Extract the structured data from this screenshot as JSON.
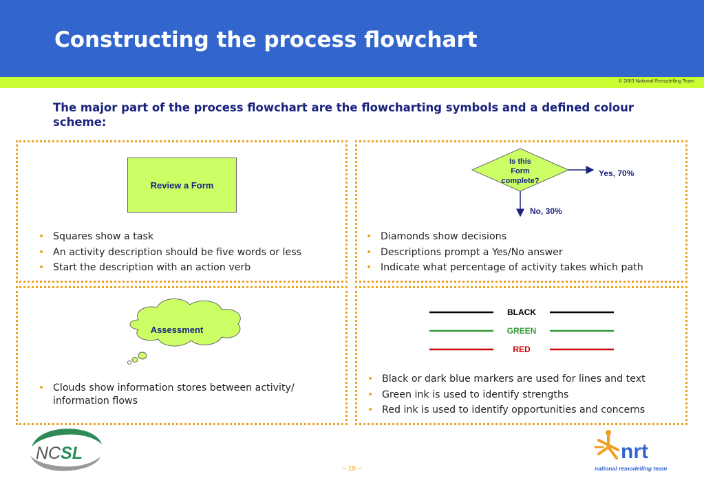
{
  "header": {
    "title": "Constructing the process flowchart",
    "copyright": "© 2003  National Remodelling Team"
  },
  "subtitle": "The major part of the process flowchart are the flowcharting symbols and a defined colour scheme:",
  "panels": {
    "task": {
      "shape_label": "Review a Form",
      "bullets": [
        "Squares show a task",
        "An activity description should be five words or less",
        "Start the description with an action verb"
      ]
    },
    "decision": {
      "diamond_lines": [
        "Is this",
        "Form",
        "complete?"
      ],
      "yes_label": "Yes, 70%",
      "no_label": "No, 30%",
      "bullets": [
        "Diamonds show decisions",
        "Descriptions prompt a Yes/No answer",
        "Indicate what percentage of activity takes which path"
      ]
    },
    "cloud": {
      "shape_label": "Assessment",
      "bullets": [
        "Clouds show information stores between activity/ information flows"
      ]
    },
    "colours": {
      "lines": [
        {
          "label": "BLACK",
          "color": "#000000"
        },
        {
          "label": "GREEN",
          "color": "#339933"
        },
        {
          "label": "RED",
          "color": "#cc0000"
        }
      ],
      "bullets": [
        "Black or dark blue markers are used for lines and text",
        "Green ink is used to identify strengths",
        "Red ink is used to identify opportunities and concerns"
      ]
    }
  },
  "footer": {
    "ncsl_logo": {
      "prefix": "NC",
      "suffix": "SL"
    },
    "nrt_logo": {
      "wordmark": "nrt",
      "tagline": "national remodelling team"
    },
    "page_number": "– 18 –"
  },
  "colors": {
    "header_blue": "#3366cc",
    "lime": "#ccff33",
    "panel_border": "#f0a020",
    "shape_fill": "#ccff66",
    "navy_text": "#1a237e"
  }
}
